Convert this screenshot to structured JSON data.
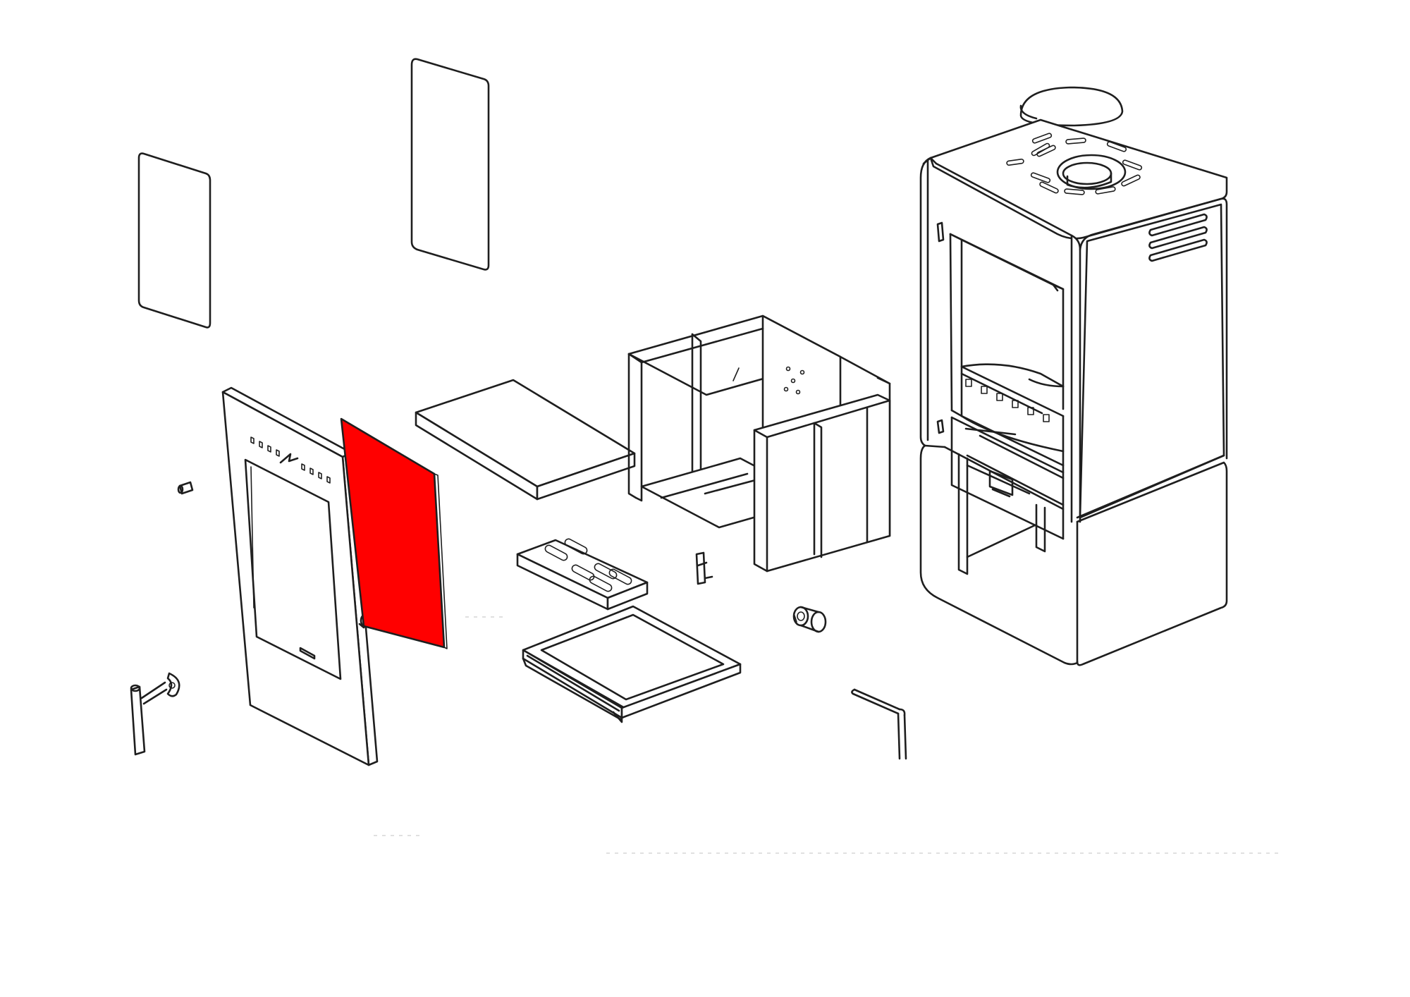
{
  "diagram": {
    "type": "exploded-parts-view",
    "highlight_color": "#ff0000",
    "line_color": "#1e1e1e",
    "background_color": "#ffffff",
    "parts": [
      {
        "id": "side-glass-panel-small",
        "highlighted": false
      },
      {
        "id": "side-glass-panel-large",
        "highlighted": false
      },
      {
        "id": "door-frame",
        "highlighted": false
      },
      {
        "id": "door-glass",
        "highlighted": true
      },
      {
        "id": "hinge-pin",
        "highlighted": false
      },
      {
        "id": "door-handle",
        "highlighted": false
      },
      {
        "id": "baffle-plate",
        "highlighted": false
      },
      {
        "id": "firebox-liner-set",
        "highlighted": false
      },
      {
        "id": "grate",
        "highlighted": false
      },
      {
        "id": "ash-pan",
        "highlighted": false
      },
      {
        "id": "clip",
        "highlighted": false
      },
      {
        "id": "knob",
        "highlighted": false
      },
      {
        "id": "allen-key",
        "highlighted": false
      },
      {
        "id": "stove-body",
        "highlighted": false
      },
      {
        "id": "flue-cover-plate",
        "highlighted": false
      }
    ]
  }
}
